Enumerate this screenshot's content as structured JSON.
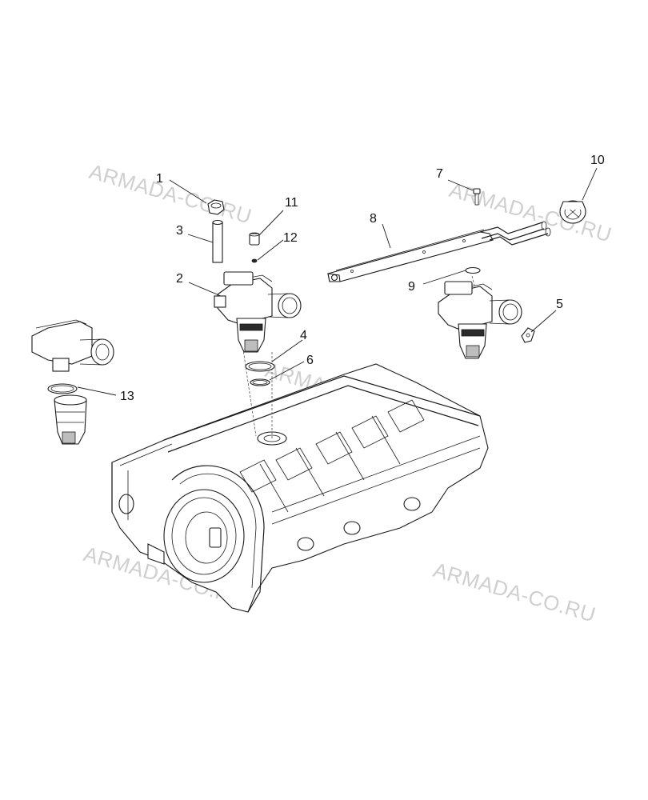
{
  "watermarks": [
    "ARMADA-CO.RU",
    "ARMADA-CO.RU",
    "ARMADA-CO.RU",
    "ARMADA-CO.RU",
    "ARMADA-CO.RU"
  ],
  "callouts": [
    "1",
    "2",
    "3",
    "4",
    "5",
    "6",
    "7",
    "8",
    "9",
    "10",
    "11",
    "12",
    "13"
  ]
}
